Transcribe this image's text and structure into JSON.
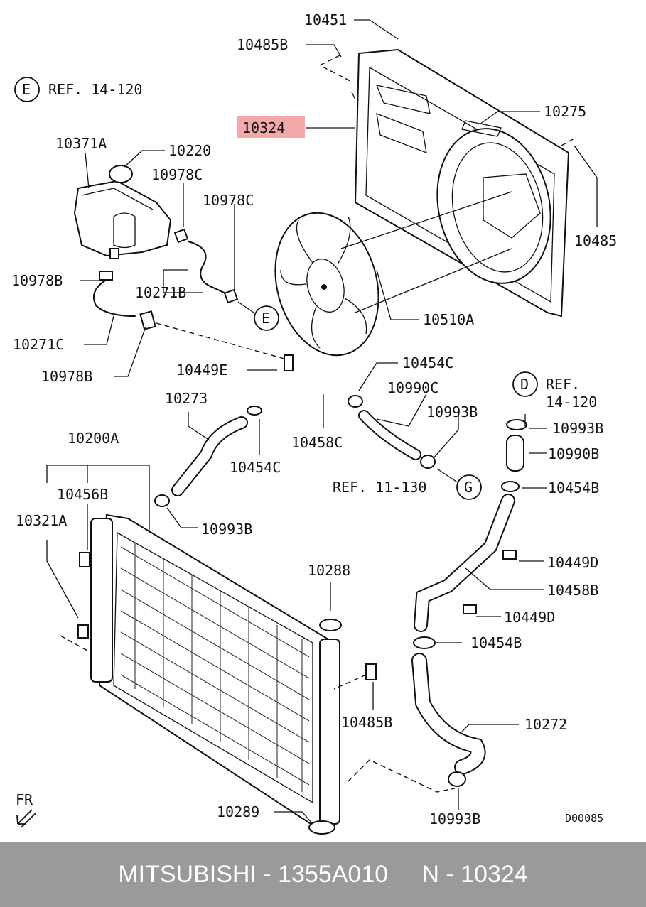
{
  "diagram": {
    "highlighted_part": "10324",
    "drawing_code": "D00085",
    "direction_label": "FR",
    "refs": [
      {
        "circle": "E",
        "text": "REF. 14-120"
      },
      {
        "circle": "D",
        "text_line1": "REF.",
        "text_line2": "14-120"
      },
      {
        "circle": "G",
        "text": "REF. 11-130"
      }
    ],
    "callout_e2": "E",
    "parts": [
      "10451",
      "10485B",
      "10324",
      "10275",
      "10485",
      "10510A",
      "10371A",
      "10220",
      "10978C",
      "10978C",
      "10978B",
      "10271B",
      "10271C",
      "10978B",
      "10449E",
      "10454C",
      "10990C",
      "10993B",
      "10273",
      "10454C",
      "10458C",
      "10200A",
      "10456B",
      "10321A",
      "10993B",
      "10993B",
      "10990B",
      "10454B",
      "10449D",
      "10458B",
      "10449D",
      "10454B",
      "10288",
      "10485B",
      "10272",
      "10289",
      "10993B"
    ]
  },
  "footer": {
    "brand": "MITSUBISHI",
    "part_number": "1355A010",
    "ref_number": "N - 10324",
    "text": "MITSUBISHI - 1355A010     N - 10324"
  }
}
